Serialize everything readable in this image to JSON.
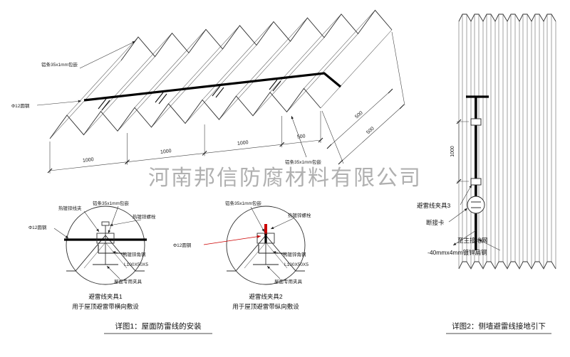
{
  "page": {
    "background": "#ffffff"
  },
  "colors": {
    "accent_red": "#cc0000",
    "watermark_gray": "#9a9a9a"
  },
  "watermark": "河南邦信防腐材料有限公司",
  "labels": {
    "alu_strip": "铝条35x1mm包嵌",
    "round_steel": "Φ12圆钢",
    "hot_dip_clamp": "热镀锌线夹",
    "hot_dip_bolt": "热镀锌螺栓",
    "hot_dip_angle": "热镀锌角钢",
    "angle_spec": "L100X50X5",
    "roof_clamp": "屋面专用夹具",
    "clamp3": "避雷线夹具3",
    "disconnect_card": "断接卡",
    "to_main_ground": "至主接地网",
    "flat_steel": "-40mmx4mm镀锌扁钢"
  },
  "dimensions": {
    "d1000": "1000",
    "d500": "500"
  },
  "detail1": {
    "title": "避雷线夹具1",
    "subtitle": "用于屋顶避雷带横向敷设"
  },
  "detail2": {
    "title": "避雷线夹具2",
    "subtitle": "用于屋顶避雷带纵向敷设"
  },
  "captions": {
    "fig1": "详图1：屋面防雷线的安装",
    "fig2": "详图2：侧墙避雷线接地引下"
  }
}
